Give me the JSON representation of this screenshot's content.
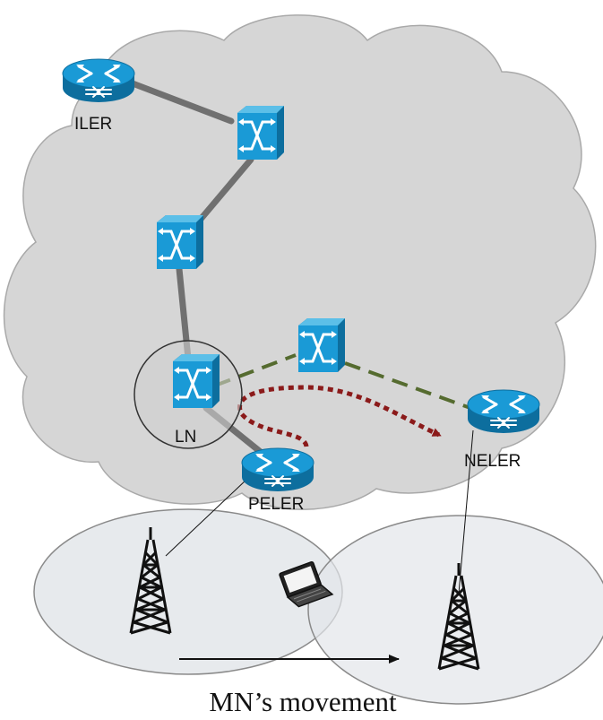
{
  "colors": {
    "cloud_fill": "#d6d6d6",
    "cloud_stroke": "#a9a9a9",
    "device_blue": "#1a9ad6",
    "device_dark": "#0d6e9e",
    "link_gray": "#707070",
    "dashed_green": "#556b2f",
    "handover_path": "#8b1a1a",
    "cell_fill": "#e3e6ea",
    "cell_stroke": "#8a8a8a"
  },
  "nodes": {
    "iler": {
      "label": "ILER",
      "icon": "router-icon"
    },
    "lsr_top": {
      "label": "",
      "icon": "switch-icon"
    },
    "lsr_mid": {
      "label": "",
      "icon": "switch-icon"
    },
    "ln": {
      "label": "LN",
      "icon": "switch-icon"
    },
    "lsr_right": {
      "label": "",
      "icon": "switch-icon"
    },
    "neler": {
      "label": "NELER",
      "icon": "router-icon"
    },
    "peler": {
      "label": "PELER",
      "icon": "router-icon"
    }
  },
  "access": {
    "tower_left_icon": "cell-tower-icon",
    "tower_right_icon": "cell-tower-icon",
    "mobile_node_icon": "laptop-icon"
  },
  "caption": "MN’s movement"
}
